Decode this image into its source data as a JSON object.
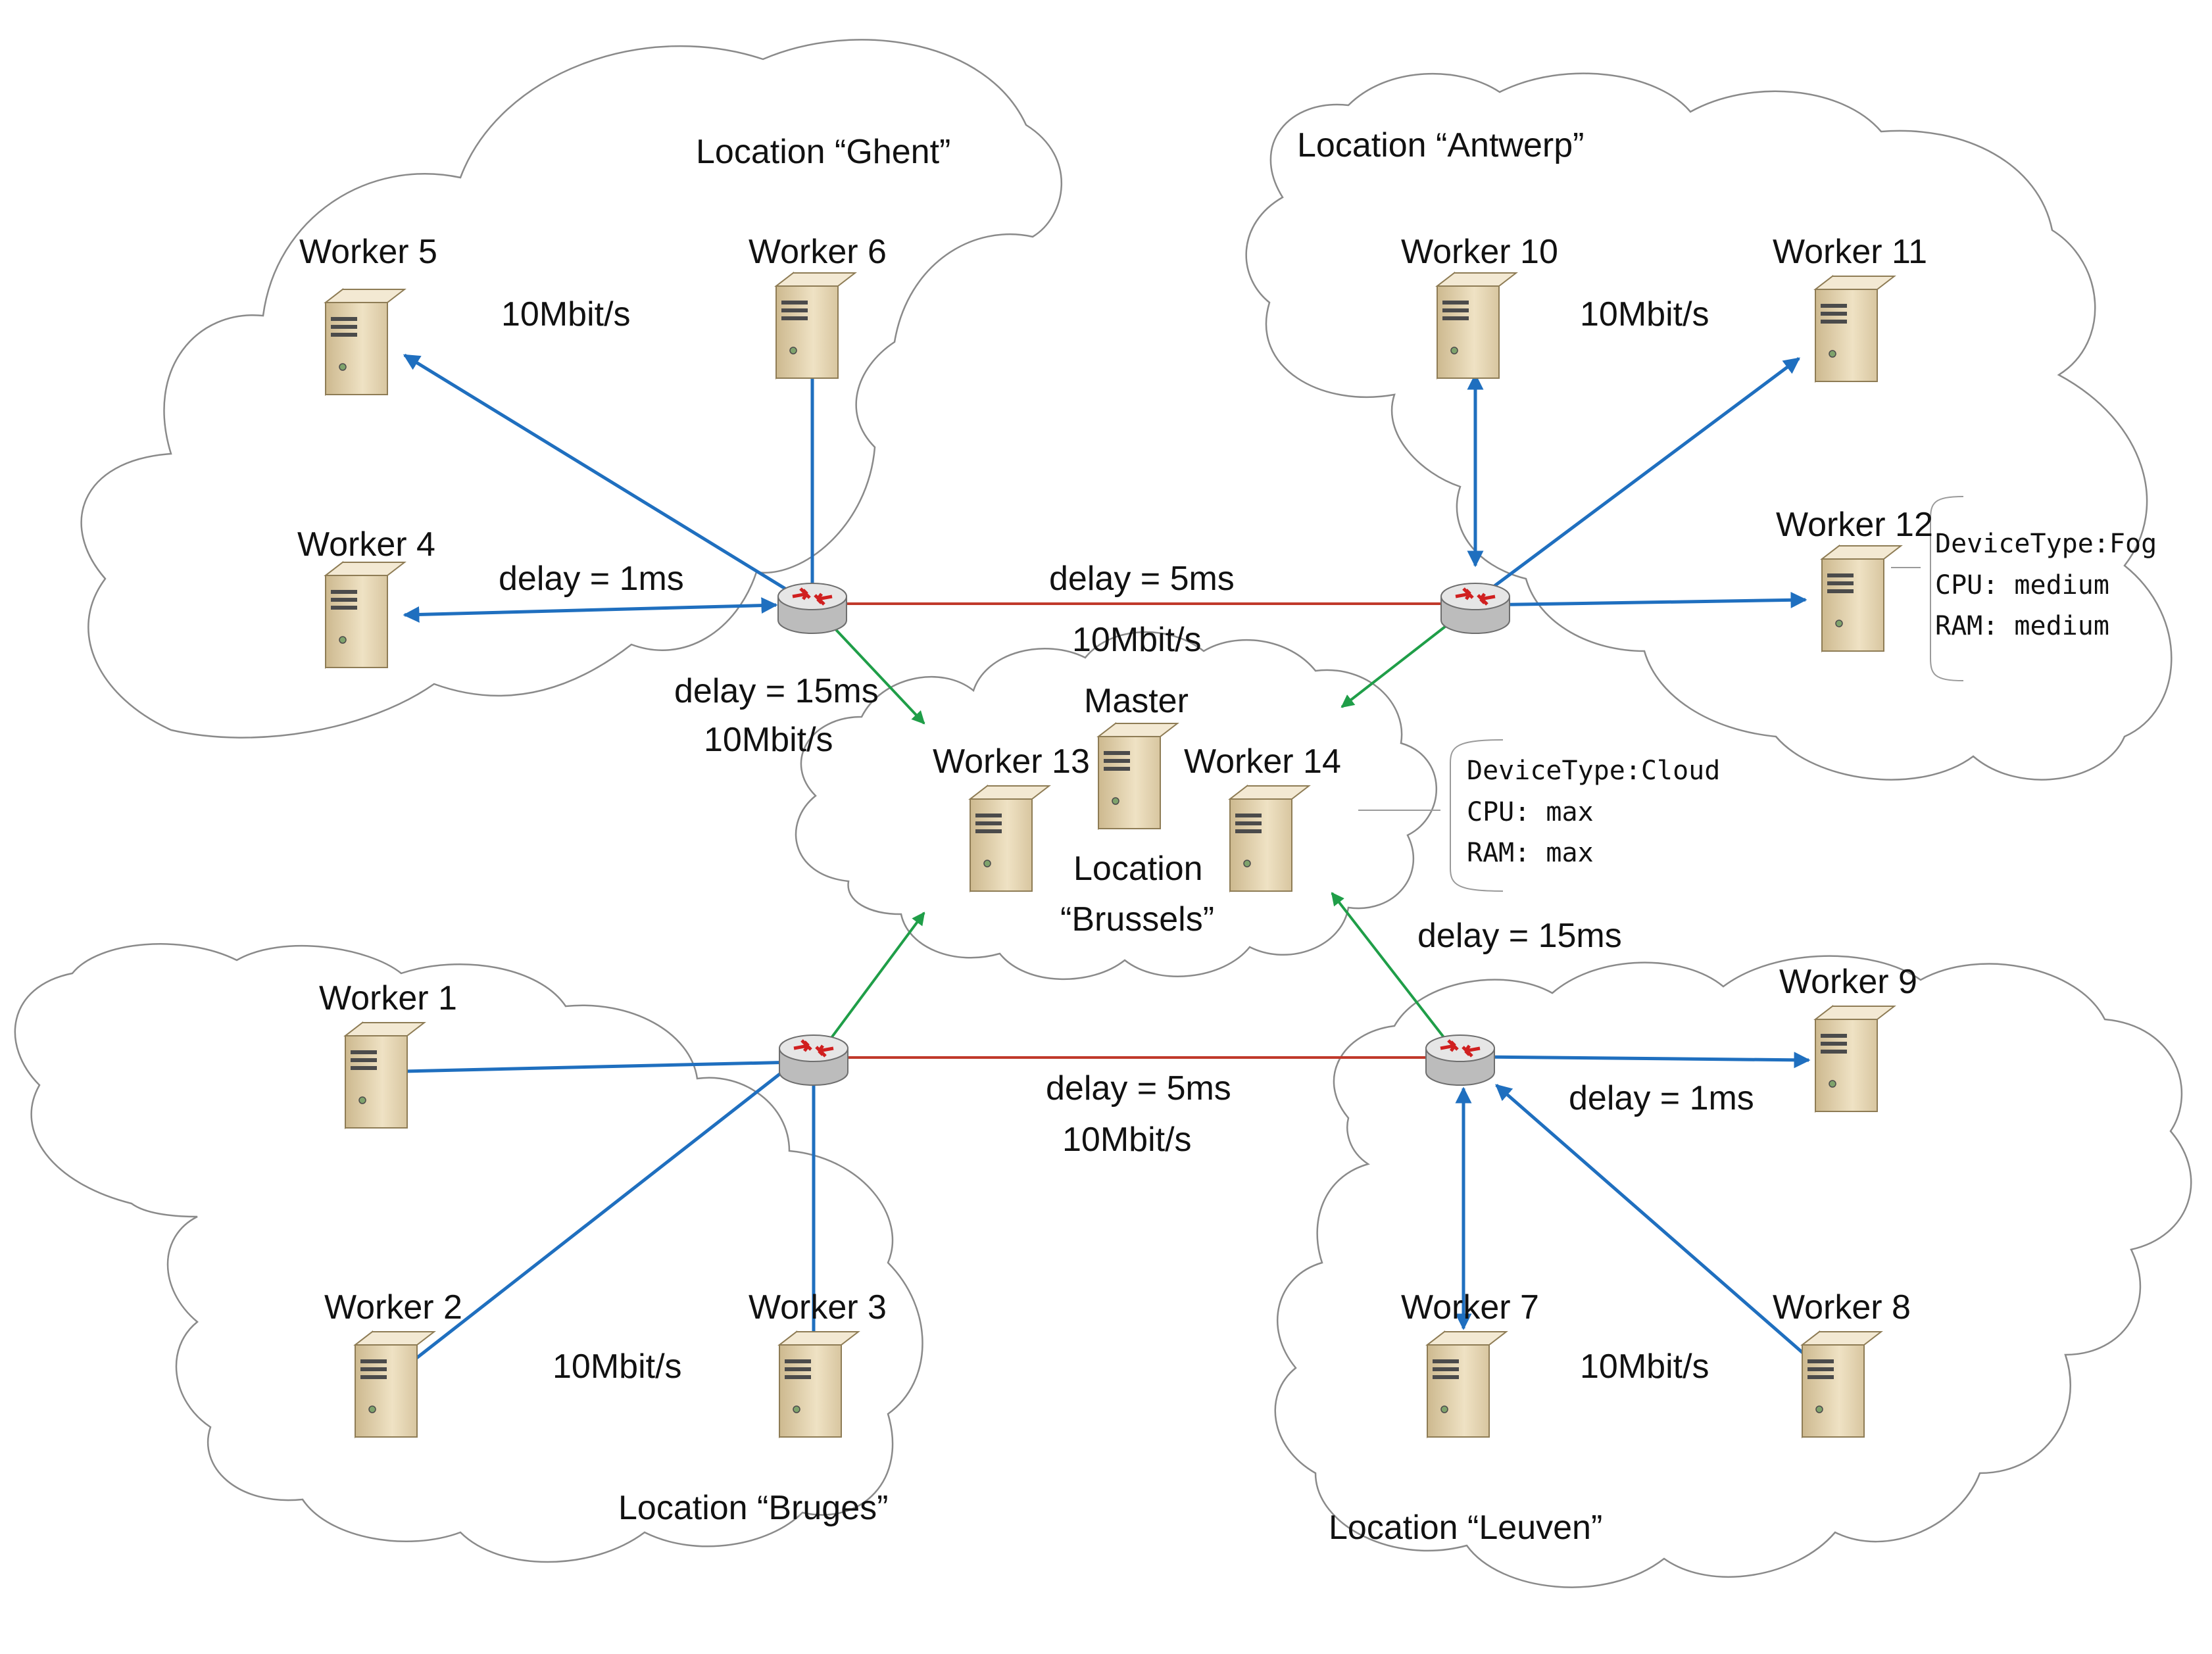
{
  "colors": {
    "lan_link": "#1f6fbf",
    "backbone_link": "#c0392b",
    "uplink": "#1f9e48",
    "cloud_outline": "#8a8a8a",
    "server_body": "#e3d2ad",
    "router_body": "#d8d8d8"
  },
  "icons": {
    "server": "server-icon",
    "router": "router-icon"
  },
  "locations": {
    "ghent": "Location “Ghent”",
    "antwerp": "Location “Antwerp”",
    "bruges": "Location “Bruges”",
    "leuven": "Location “Leuven”",
    "brussels_line1": "Location",
    "brussels_line2": "“Brussels”"
  },
  "nodes": {
    "w1": "Worker 1",
    "w2": "Worker 2",
    "w3": "Worker 3",
    "w4": "Worker 4",
    "w5": "Worker 5",
    "w6": "Worker 6",
    "w7": "Worker 7",
    "w8": "Worker 8",
    "w9": "Worker 9",
    "w10": "Worker 10",
    "w11": "Worker 11",
    "w12": "Worker 12",
    "w13": "Worker 13",
    "w14": "Worker 14",
    "master": "Master"
  },
  "link_labels": {
    "ghent_bw": "10Mbit/s",
    "ghent_delay": "delay = 1ms",
    "antwerp_bw": "10Mbit/s",
    "top_backbone_delay": "delay = 5ms",
    "top_backbone_bw": "10Mbit/s",
    "ghent_uplink_delay": "delay = 15ms",
    "ghent_uplink_bw": "10Mbit/s",
    "bottom_backbone_delay": "delay = 5ms",
    "bottom_backbone_bw": "10Mbit/s",
    "leuven_uplink_delay": "delay = 15ms",
    "leuven_delay": "delay = 1ms",
    "bruges_bw": "10Mbit/s",
    "leuven_bw": "10Mbit/s"
  },
  "annotations": {
    "fog": {
      "line1": "DeviceType:Fog",
      "line2": "CPU: medium",
      "line3": "RAM: medium"
    },
    "cloud": {
      "line1": "DeviceType:Cloud",
      "line2": "CPU: max",
      "line3": "RAM: max"
    }
  }
}
